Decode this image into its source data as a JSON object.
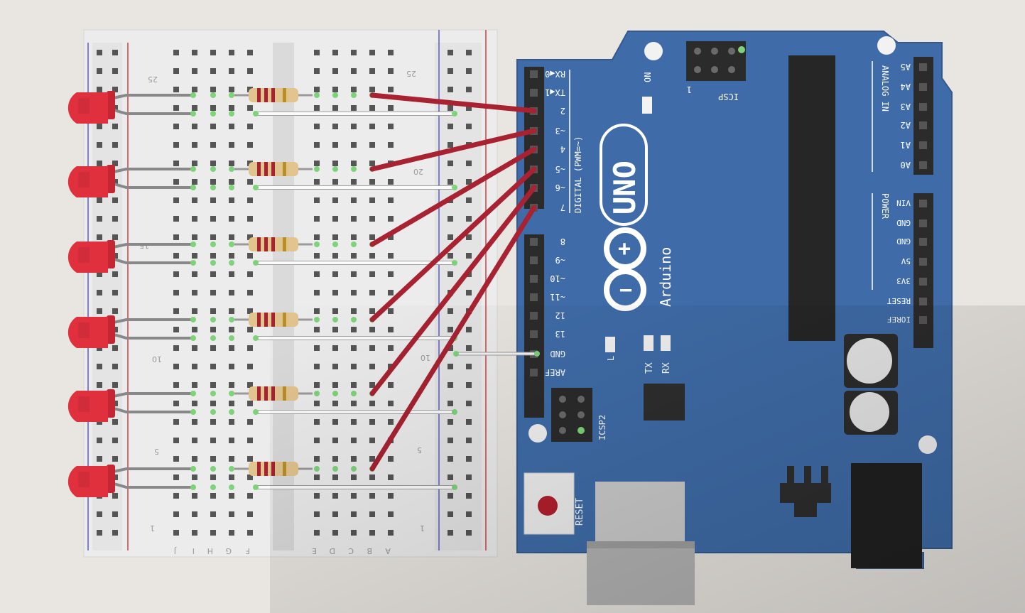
{
  "breadboard": {
    "row_numbers": [
      "25",
      "20",
      "15",
      "10",
      "5",
      "1"
    ],
    "column_letters": [
      "J",
      "I",
      "H",
      "G",
      "F",
      "E",
      "D",
      "C",
      "B",
      "A"
    ]
  },
  "arduino": {
    "brand": "Arduino",
    "model": "UNO",
    "digital_header": "DIGITAL (PWM=~)",
    "digital_pins": [
      "RX◀0",
      "TX◀1",
      "2",
      "~3",
      "4",
      "~5",
      "~6",
      "7",
      "8",
      "~9",
      "~10",
      "~11",
      "12",
      "13",
      "GND",
      "AREF"
    ],
    "analog_header": "ANALOG IN",
    "analog_pins": [
      "A5",
      "A4",
      "A3",
      "A2",
      "A1",
      "A0"
    ],
    "power_header": "POWER",
    "power_pins": [
      "VIN",
      "GND",
      "GND",
      "5V",
      "3V3",
      "RESET",
      "IOREF"
    ],
    "on_label": "ON",
    "icsp_label": "ICSP",
    "icsp_pin1": "1",
    "icsp2_label": "ICSP2",
    "l_label": "L",
    "tx_label": "TX",
    "rx_label": "RX",
    "reset_label": "RESET"
  },
  "colors": {
    "led": "#e0303e",
    "jumper": "#a82231",
    "board": "#3f6ca8",
    "breadboard": "#ececec",
    "lead": "#888888",
    "hole_active": "#7ed37a"
  }
}
